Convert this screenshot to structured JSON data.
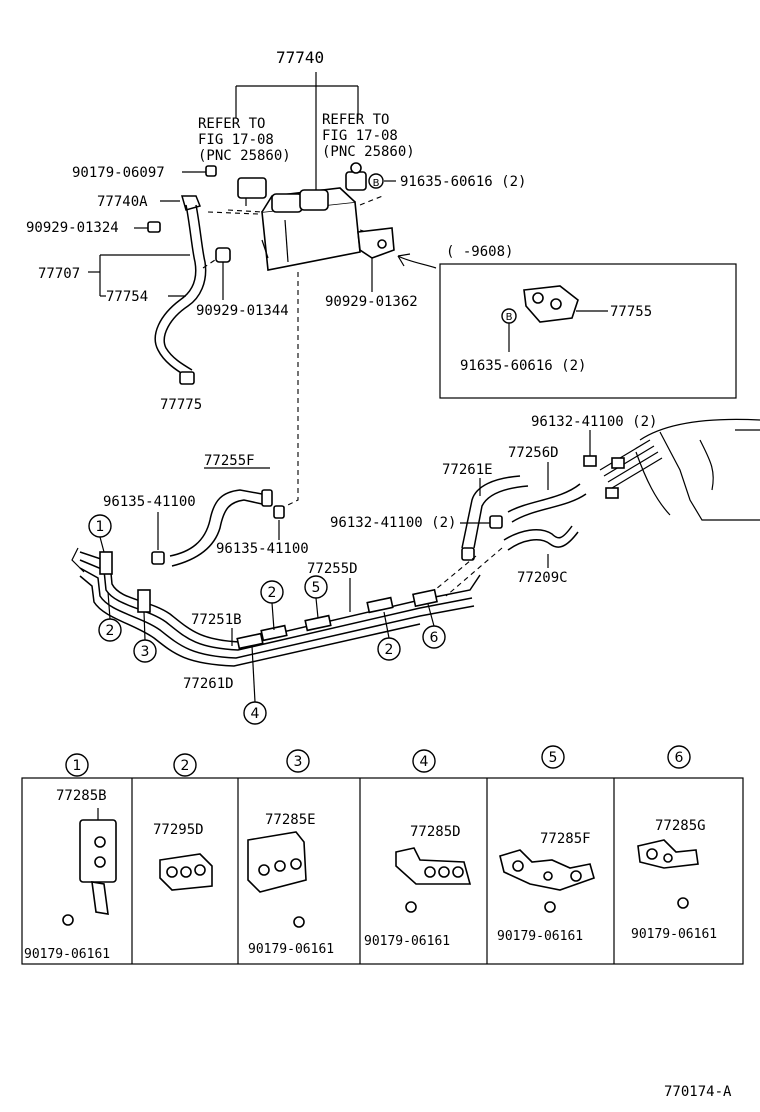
{
  "top_part": "77740",
  "refer_left": [
    "REFER TO",
    "FIG 17-08",
    "(PNC 25860)"
  ],
  "refer_right": [
    "REFER TO",
    "FIG 17-08",
    "(PNC 25860)"
  ],
  "upper_labels": {
    "p90179_06097": "90179-06097",
    "p77740A": "77740A",
    "p90929_01324": "90929-01324",
    "p77707": "77707",
    "p77754": "77754",
    "p90929_01344": "90929-01344",
    "p77775": "77775",
    "p91635_60616": "91635-60616 (2)",
    "p90929_01362": "90929-01362",
    "bolt_b": "B"
  },
  "inset": {
    "title": "(      -9608)",
    "part": "77755",
    "bolt": "91635-60616 (2)",
    "bolt_b": "B"
  },
  "lower_labels": {
    "p77255F": "77255F",
    "p96135_41100_a": "96135-41100",
    "p96135_41100_b": "96135-41100",
    "p96132_41100_top": "96132-41100 (2)",
    "p77256D": "77256D",
    "p77261E": "77261E",
    "p96132_41100_mid": "96132-41100 (2)",
    "p77255D": "77255D",
    "p77209C": "77209C",
    "p77251B": "77251B",
    "p77261D": "77261D"
  },
  "callouts": [
    "1",
    "2",
    "3",
    "4",
    "5",
    "6"
  ],
  "clamp_table": [
    {
      "num": "1",
      "part": "77285B",
      "bolt": "90179-06161"
    },
    {
      "num": "2",
      "part": "77295D",
      "bolt": ""
    },
    {
      "num": "3",
      "part": "77285E",
      "bolt": "90179-06161"
    },
    {
      "num": "4",
      "part": "77285D",
      "bolt": "90179-06161"
    },
    {
      "num": "5",
      "part": "77285F",
      "bolt": "90179-06161"
    },
    {
      "num": "6",
      "part": "77285G",
      "bolt": "90179-06161"
    }
  ],
  "figure_id": "770174-A"
}
